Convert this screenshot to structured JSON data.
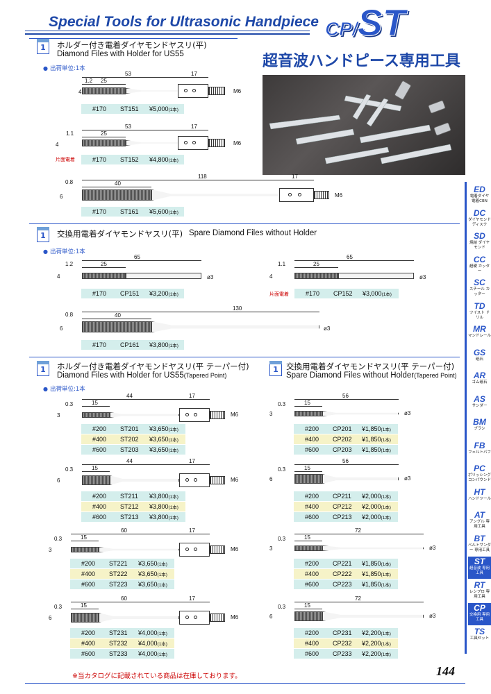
{
  "header": {
    "title": "Special Tools for Ultrasonic Handpiece",
    "code_a": "CP/",
    "code_b": "ST",
    "jp_title": "超音波ハンドピース専用工具"
  },
  "sections": [
    {
      "icon": "1",
      "jp": "ホルダー付き電着ダイヤモンドヤスリ(平)",
      "en": "Diamond Files with Holder for US55",
      "unit": "出荷単位:1本"
    },
    {
      "icon": "1",
      "jp": "交換用電着ダイヤモンドヤスリ(平)",
      "en": "Spare Diamond Files without Holder",
      "unit": "出荷単位:1本"
    },
    {
      "icon": "1",
      "jp": "ホルダー付き電着ダイヤモンドヤスリ(平 テーパー付)",
      "en": "Diamond Files with Holder for US55",
      "en_small": "(Tapered Point)",
      "unit": "出荷単位:1本"
    },
    {
      "icon": "1",
      "jp": "交換用電着ダイヤモンドヤスリ(平 テーパー付)",
      "en": "Spare Diamond Files without Holder",
      "en_small": "(Tapered Point)"
    }
  ],
  "notes": {
    "one_side": "片面電着"
  },
  "dims": {
    "st151": {
      "t": "1.2",
      "w": "4",
      "grit": "25",
      "len": "53",
      "hold": "17",
      "thread": "M6"
    },
    "st152": {
      "t": "1.1",
      "w": "4",
      "grit": "25",
      "len": "53",
      "hold": "17",
      "thread": "M6"
    },
    "st161": {
      "t": "0.8",
      "w": "6",
      "grit": "40",
      "len": "118",
      "hold": "17",
      "thread": "M6"
    },
    "cp151": {
      "t": "1.2",
      "w": "4",
      "grit": "25",
      "len": "65",
      "dia": "ø3"
    },
    "cp152": {
      "t": "1.1",
      "w": "4",
      "grit": "25",
      "len": "65",
      "dia": "ø3"
    },
    "cp161": {
      "t": "0.8",
      "w": "6",
      "grit": "40",
      "len": "130",
      "dia": "ø3"
    },
    "st20x": {
      "t": "0.3",
      "w": "3",
      "grit": "15",
      "len": "44",
      "hold": "17",
      "thread": "M6"
    },
    "st21x": {
      "t": "0.3",
      "w": "6",
      "grit": "15",
      "len": "44",
      "hold": "17",
      "thread": "M6"
    },
    "st22x": {
      "t": "0.3",
      "w": "3",
      "grit": "15",
      "len": "60",
      "hold": "17",
      "thread": "M6"
    },
    "st23x": {
      "t": "0.3",
      "w": "6",
      "grit": "15",
      "len": "60",
      "hold": "17",
      "thread": "M6"
    },
    "cp20x": {
      "t": "0.3",
      "w": "3",
      "grit": "15",
      "len": "56",
      "dia": "ø3"
    },
    "cp21x": {
      "t": "0.3",
      "w": "6",
      "grit": "15",
      "len": "56",
      "dia": "ø3"
    },
    "cp22x": {
      "t": "0.3",
      "w": "3",
      "grit": "15",
      "len": "72",
      "dia": "ø3"
    },
    "cp23x": {
      "t": "0.3",
      "w": "6",
      "grit": "15",
      "len": "72",
      "dia": "ø3"
    }
  },
  "prices": {
    "st151": [
      "#170",
      "ST151",
      "¥5,000",
      "(1本)"
    ],
    "st152": [
      "#170",
      "ST152",
      "¥4,800",
      "(1本)"
    ],
    "st161": [
      "#170",
      "ST161",
      "¥5,600",
      "(1本)"
    ],
    "cp151": [
      "#170",
      "CP151",
      "¥3,200",
      "(1本)"
    ],
    "cp152": [
      "#170",
      "CP152",
      "¥3,000",
      "(1本)"
    ],
    "cp161": [
      "#170",
      "CP161",
      "¥3,800",
      "(1本)"
    ],
    "st20x": [
      [
        "#200",
        "ST201",
        "¥3,650",
        "(1本)"
      ],
      [
        "#400",
        "ST202",
        "¥3,650",
        "(1本)"
      ],
      [
        "#600",
        "ST203",
        "¥3,650",
        "(1本)"
      ]
    ],
    "st21x": [
      [
        "#200",
        "ST211",
        "¥3,800",
        "(1本)"
      ],
      [
        "#400",
        "ST212",
        "¥3,800",
        "(1本)"
      ],
      [
        "#600",
        "ST213",
        "¥3,800",
        "(1本)"
      ]
    ],
    "st22x": [
      [
        "#200",
        "ST221",
        "¥3,650",
        "(1本)"
      ],
      [
        "#400",
        "ST222",
        "¥3,650",
        "(1本)"
      ],
      [
        "#600",
        "ST223",
        "¥3,650",
        "(1本)"
      ]
    ],
    "st23x": [
      [
        "#200",
        "ST231",
        "¥4,000",
        "(1本)"
      ],
      [
        "#400",
        "ST232",
        "¥4,000",
        "(1本)"
      ],
      [
        "#600",
        "ST233",
        "¥4,000",
        "(1本)"
      ]
    ],
    "cp20x": [
      [
        "#200",
        "CP201",
        "¥1,850",
        "(1本)"
      ],
      [
        "#400",
        "CP202",
        "¥1,850",
        "(1本)"
      ],
      [
        "#600",
        "CP203",
        "¥1,850",
        "(1本)"
      ]
    ],
    "cp21x": [
      [
        "#200",
        "CP211",
        "¥2,000",
        "(1本)"
      ],
      [
        "#400",
        "CP212",
        "¥2,000",
        "(1本)"
      ],
      [
        "#600",
        "CP213",
        "¥2,000",
        "(1本)"
      ]
    ],
    "cp22x": [
      [
        "#200",
        "CP221",
        "¥1,850",
        "(1本)"
      ],
      [
        "#400",
        "CP222",
        "¥1,850",
        "(1本)"
      ],
      [
        "#600",
        "CP223",
        "¥1,850",
        "(1本)"
      ]
    ],
    "cp23x": [
      [
        "#200",
        "CP231",
        "¥2,200",
        "(1本)"
      ],
      [
        "#400",
        "CP232",
        "¥2,200",
        "(1本)"
      ],
      [
        "#600",
        "CP233",
        "¥2,200",
        "(1本)"
      ]
    ]
  },
  "sidebar": [
    {
      "code": "ED",
      "jp": "電着ダイヤ 電着CBN"
    },
    {
      "code": "DC",
      "jp": "ダイヤモンド ディスク"
    },
    {
      "code": "SD",
      "jp": "焼結 ダイヤモンド"
    },
    {
      "code": "CC",
      "jp": "超硬 カッター"
    },
    {
      "code": "SC",
      "jp": "スチール カッター"
    },
    {
      "code": "TD",
      "jp": "ツイスト ドリル"
    },
    {
      "code": "MR",
      "jp": "マンドレール"
    },
    {
      "code": "GS",
      "jp": "砥石"
    },
    {
      "code": "AR",
      "jp": "ゴム砥石"
    },
    {
      "code": "AS",
      "jp": "サンダー"
    },
    {
      "code": "BM",
      "jp": "ブラシ"
    },
    {
      "code": "FB",
      "jp": "フェルトバフ"
    },
    {
      "code": "PC",
      "jp": "ポリッシング コンパウンド"
    },
    {
      "code": "HT",
      "jp": "ハンドツール"
    },
    {
      "code": "AT",
      "jp": "アングル 専用工具"
    },
    {
      "code": "BT",
      "jp": "ベルトサンダー 専用工具"
    },
    {
      "code": "ST",
      "jp": "超音波 専用工具",
      "active": true
    },
    {
      "code": "RT",
      "jp": "レシプロ 専用工具"
    },
    {
      "code": "CP",
      "jp": "交換用 専用工具",
      "active": true
    },
    {
      "code": "TS",
      "jp": "工具セット"
    }
  ],
  "footer": {
    "note": "※当カタログに記載されている商品は在庫しております。",
    "page": "144"
  },
  "colors": {
    "accent": "#1e48a8",
    "teal": "#d4eeec",
    "yellow": "#f6f3c8",
    "red": "#cc0000"
  }
}
